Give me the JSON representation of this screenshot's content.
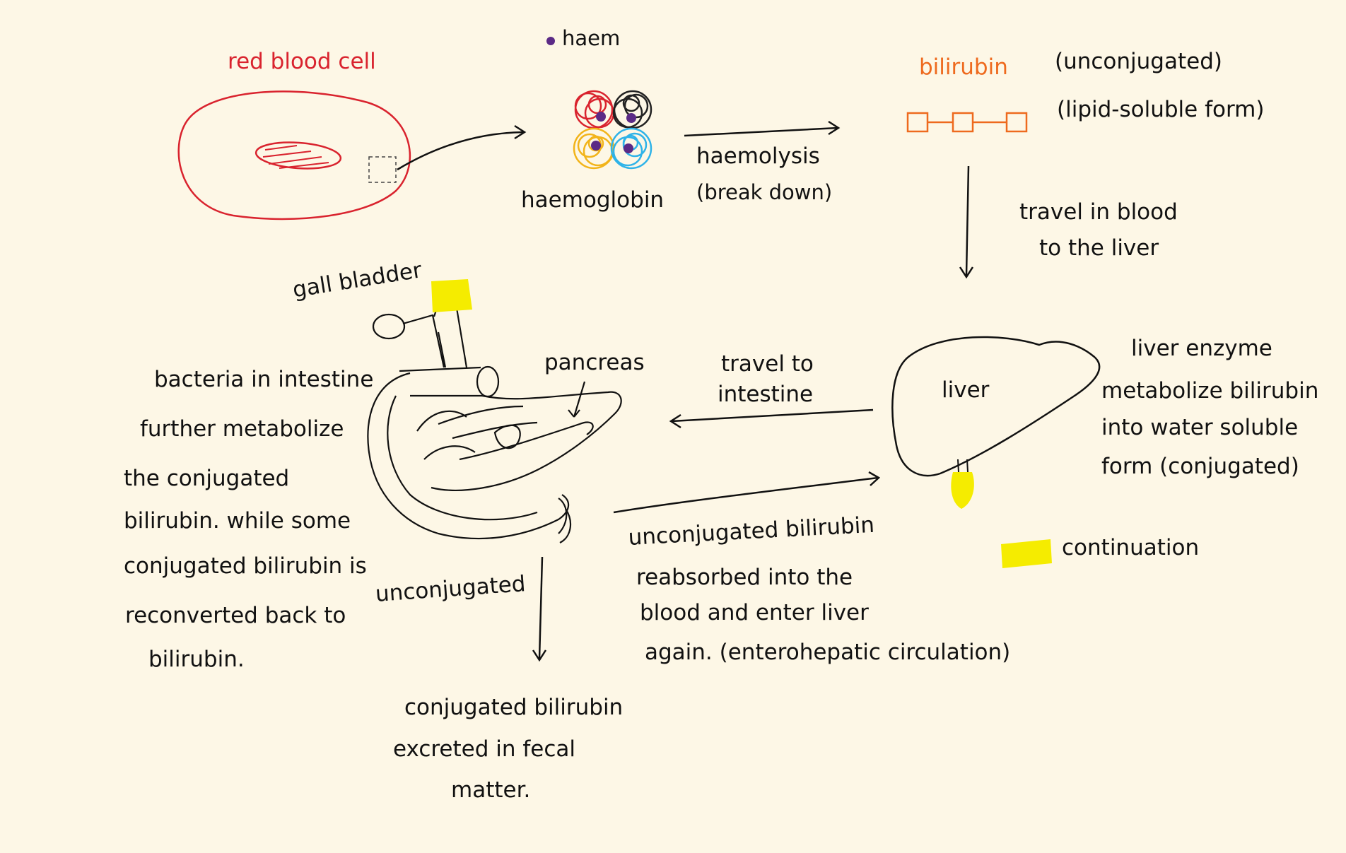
{
  "colors": {
    "red": "#d9232e",
    "orange": "#ee6a1e",
    "yellow": "#f5ec00",
    "purple": "#5b2a86",
    "black": "#111111",
    "blue": "#2fb3e8",
    "gold": "#f2b41a",
    "background": "#fdf7e6"
  },
  "labels": {
    "red_blood_cell": "red blood cell",
    "haem": "haem",
    "haemoglobin": "haemoglobin",
    "haemolysis": "haemolysis",
    "break_down": "(break down)",
    "bilirubin": "bilirubin",
    "unconjugated": "(unconjugated)",
    "lipid_soluble": "(lipid-soluble form)",
    "travel_blood_1": "travel in blood",
    "travel_blood_2": "to the liver",
    "gall_bladder": "gall bladder",
    "pancreas": "pancreas",
    "travel_intestine_1": "travel to",
    "travel_intestine_2": "intestine",
    "liver": "liver",
    "liver_enzyme_1": "liver enzyme",
    "liver_enzyme_2": "metabolize bilirubin",
    "liver_enzyme_3": "into water soluble",
    "liver_enzyme_4": "form (conjugated)",
    "bacteria_1": "bacteria in intestine",
    "bacteria_2": "further metabolize",
    "bacteria_3": "the conjugated",
    "bacteria_4": "bilirubin. while some",
    "bacteria_5": "conjugated bilirubin is",
    "bacteria_6": "reconverted back to",
    "bacteria_6b": "unconjugated",
    "bacteria_7": "bilirubin.",
    "reabsorbed_1": "unconjugated bilirubin",
    "reabsorbed_2": "reabsorbed into the",
    "reabsorbed_3": "blood and enter liver",
    "reabsorbed_4": "again. (enterohepatic circulation)",
    "excreted_1": "conjugated bilirubin",
    "excreted_2": "excreted in fecal",
    "excreted_3": "matter.",
    "legend_continuation": "continuation"
  }
}
